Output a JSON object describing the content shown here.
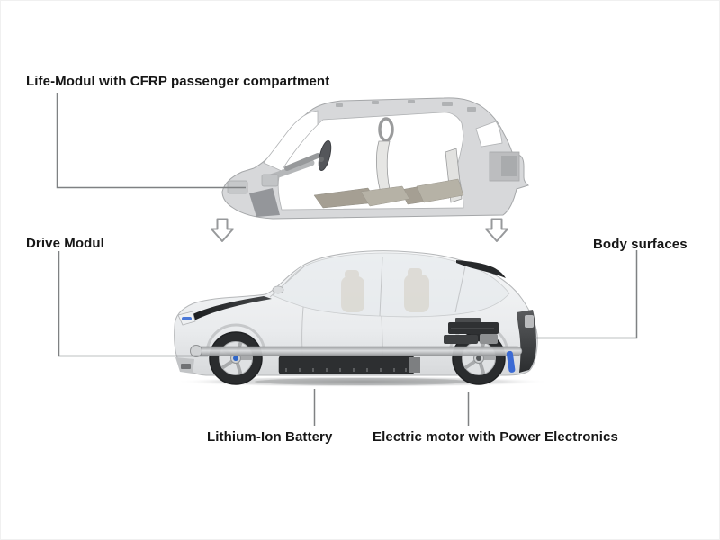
{
  "labels": {
    "life_module": "Life-Modul with CFRP passenger compartment",
    "drive_module": "Drive Modul",
    "body_surfaces": "Body surfaces",
    "battery": "Lithium-Ion Battery",
    "electric_motor": "Electric motor with Power Electronics"
  },
  "icons": {
    "left_down_arrow": "down-arrow-icon",
    "right_down_arrow": "down-arrow-icon"
  },
  "colors": {
    "background": "#ffffff",
    "label_text": "#161616",
    "leader_line": "#7f8183",
    "arrow_outline": "#97999b",
    "car_body_silver": "#e9ebed",
    "frame_gray": "#d7d8da",
    "dark_accent": "#26282a",
    "battery_black": "#2d2f31",
    "accent_blue": "#3b6ad4"
  }
}
